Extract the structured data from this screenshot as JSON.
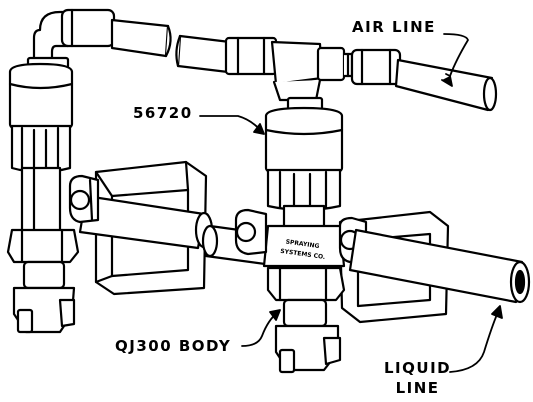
{
  "labels": {
    "air_line": "AIR LINE",
    "part_number": "56720",
    "body": "QJ300 BODY",
    "liquid_line_1": "LIQUID",
    "liquid_line_2": "LINE"
  },
  "body_stamp": {
    "line1": "SPRAYING",
    "line2": "SYSTEMS CO."
  },
  "colors": {
    "ink": "#000000",
    "paper": "#ffffff"
  }
}
